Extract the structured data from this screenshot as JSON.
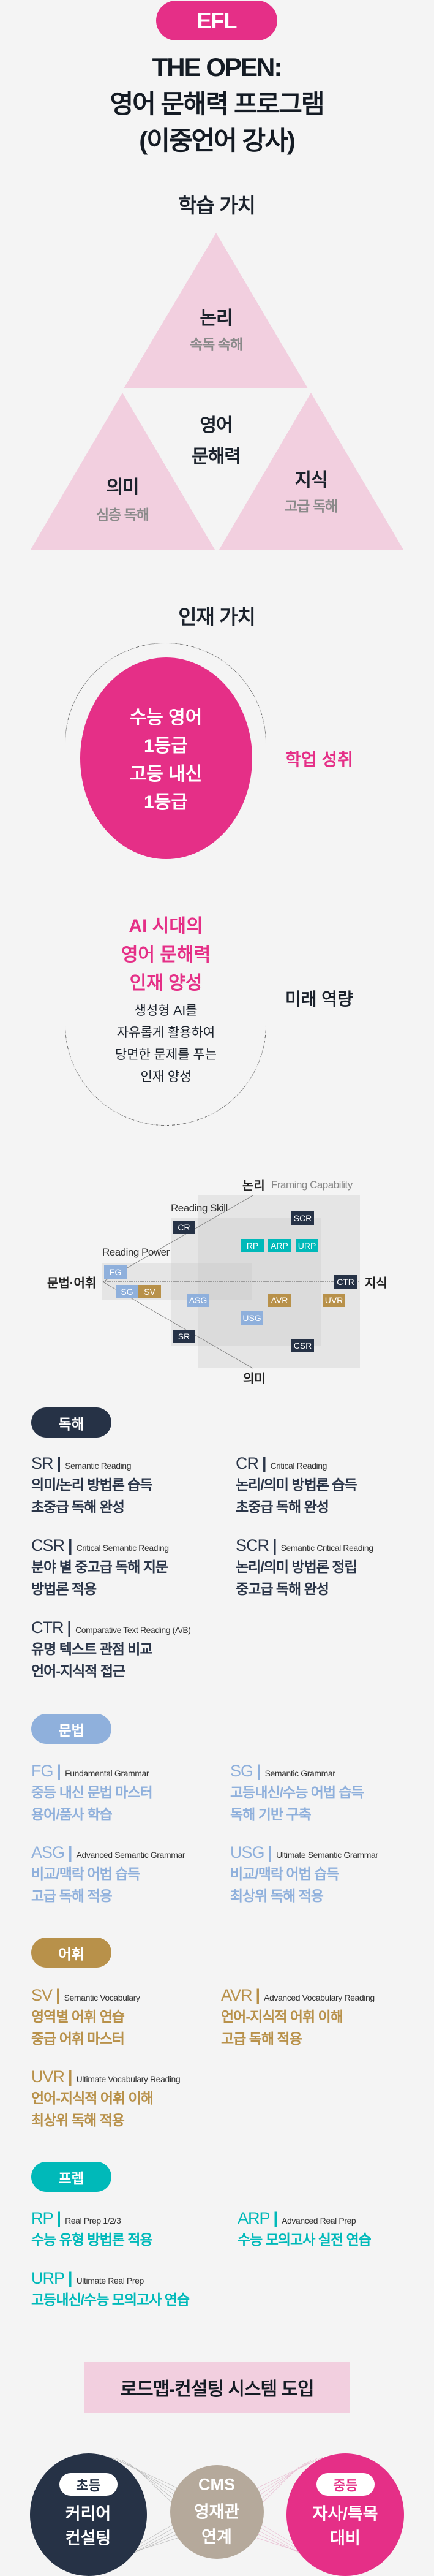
{
  "header": {
    "badge": "EFL",
    "title_lines": [
      "THE OPEN:",
      "영어 문해력 프로그램",
      "(이중언어 강사)"
    ]
  },
  "learning_value": {
    "title": "학습 가치",
    "top": {
      "title": "논리",
      "sub": "속독 속해"
    },
    "center": [
      "영어",
      "문해력"
    ],
    "left": {
      "title": "의미",
      "sub": "심층 독해"
    },
    "right": {
      "title": "지식",
      "sub": "고급 독해"
    }
  },
  "talent_value": {
    "title": "인재 가치",
    "achievement_lines": [
      "수능 영어",
      "1등급",
      "고등 내신",
      "1등급"
    ],
    "achievement_label": "학업 성취",
    "future_lines": [
      "AI 시대의",
      "영어 문해력",
      "인재 양성"
    ],
    "future_desc": [
      "생성형 AI를",
      "자유롭게 활용하여",
      "당면한 문제를 푸는",
      "인재 양성"
    ],
    "future_label": "미래 역량"
  },
  "diagram": {
    "axis_top": "논리",
    "axis_top_en": "Framing Capability",
    "axis_left": "문법·어휘",
    "axis_right": "지식",
    "axis_bottom": "의미",
    "reading_skill": "Reading Skill",
    "reading_power": "Reading Power",
    "boxes": {
      "CR": "CR",
      "SCR": "SCR",
      "RP": "RP",
      "ARP": "ARP",
      "URP": "URP",
      "FG": "FG",
      "SG": "SG",
      "SV": "SV",
      "ASG": "ASG",
      "CTR": "CTR",
      "AVR": "AVR",
      "UVR": "UVR",
      "USG": "USG",
      "SR": "SR",
      "CSR": "CSR"
    }
  },
  "colors": {
    "pink": "#e52f87",
    "navy": "#263246",
    "blue": "#8fb0dc",
    "gold": "#b8914a",
    "teal": "#00b9b9",
    "tan": "#b5a99b",
    "light_pink": "#f2cfdf"
  },
  "reading": {
    "label": "독해",
    "courses": [
      {
        "code": "SR",
        "name": "Semantic Reading",
        "lines": [
          "의미/논리 방법론 습득",
          "초중급 독해 완성"
        ]
      },
      {
        "code": "CR",
        "name": "Critical Reading",
        "lines": [
          "논리/의미 방법론 습득",
          "초중급 독해 완성"
        ]
      },
      {
        "code": "CSR",
        "name": "Critical Semantic Reading",
        "lines": [
          "분야 별 중고급 독해 지문",
          "방법론 적용"
        ]
      },
      {
        "code": "SCR",
        "name": "Semantic Critical Reading",
        "lines": [
          "논리/의미 방법론 정립",
          "중고급 독해 완성"
        ]
      },
      {
        "code": "CTR",
        "name": "Comparative Text Reading (A/B)",
        "lines": [
          "유명 텍스트 관점 비교",
          "언어-지식적 접근"
        ]
      }
    ]
  },
  "grammar": {
    "label": "문법",
    "courses": [
      {
        "code": "FG",
        "name": "Fundamental Grammar",
        "lines": [
          "중등 내신 문법 마스터",
          "용어/품사 학습"
        ]
      },
      {
        "code": "SG",
        "name": "Semantic Grammar",
        "lines": [
          "고등내신/수능 어법 습득",
          "독해 기반 구축"
        ]
      },
      {
        "code": "ASG",
        "name": "Advanced Semantic Grammar",
        "lines": [
          "비교/맥락 어법 습득",
          "고급 독해 적용"
        ]
      },
      {
        "code": "USG",
        "name": "Ultimate Semantic Grammar",
        "lines": [
          "비교/맥락 어법 습득",
          "최상위 독해 적용"
        ]
      }
    ]
  },
  "vocabulary": {
    "label": "어휘",
    "courses": [
      {
        "code": "SV",
        "name": "Semantic Vocabulary",
        "lines": [
          "영역별 어휘 연습",
          "중급 어휘 마스터"
        ]
      },
      {
        "code": "AVR",
        "name": "Advanced Vocabulary Reading",
        "lines": [
          "언어-지식적 어휘 이해",
          "고급 독해 적용"
        ]
      },
      {
        "code": "UVR",
        "name": "Ultimate Vocabulary Reading",
        "lines": [
          "언어-지식적 어휘 이해",
          "최상위 독해 적용"
        ]
      }
    ]
  },
  "prep": {
    "label": "프렙",
    "courses": [
      {
        "code": "RP",
        "name": "Real Prep 1/2/3",
        "lines": [
          "수능 유형 방법론 적용"
        ]
      },
      {
        "code": "ARP",
        "name": "Advanced Real Prep",
        "lines": [
          "수능 모의고사 실전 연습"
        ]
      },
      {
        "code": "URP",
        "name": "Ultimate Real Prep",
        "lines": [
          "고등내신/수능 모의고사 연습"
        ]
      }
    ]
  },
  "roadmap": {
    "title": "로드맵-컨설팅 시스템 도입",
    "elementary": {
      "badge": "초등",
      "lines": [
        "커리어",
        "컨설팅"
      ]
    },
    "cms": {
      "lines": [
        "CMS",
        "영재관",
        "연계"
      ]
    },
    "middle": {
      "badge": "중등",
      "lines": [
        "자사/특목",
        "대비"
      ]
    }
  }
}
